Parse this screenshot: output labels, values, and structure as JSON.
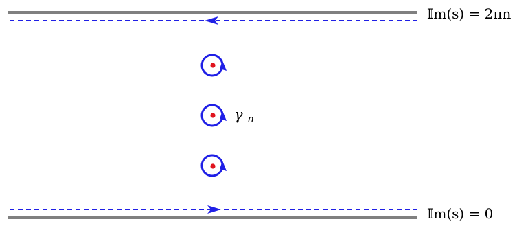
{
  "labels": {
    "top_line": "𝕀m(s) = 2πn",
    "bottom_line": "𝕀m(s) = 0",
    "contour_symbol": "γ",
    "contour_subscript": "n"
  },
  "colors": {
    "boundary_line": "#808080",
    "contour": "#1f1fe6",
    "pole": "#e0141e",
    "text": "#000000"
  },
  "poles": {
    "count": 3
  }
}
